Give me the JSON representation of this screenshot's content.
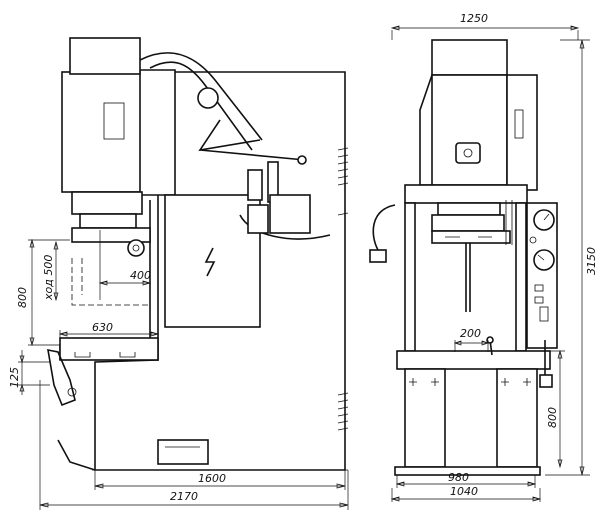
{
  "dimensions": {
    "top_width": "1250",
    "height_total": "3150",
    "stroke": "ход 500",
    "throat_height": "800",
    "reach": "400",
    "table_width": "630",
    "slot_offset": "125",
    "base_length": "1600",
    "overall_length": "2170",
    "table_depth": "200",
    "column_height": "800",
    "base_depth": "980",
    "overall_depth": "1040"
  }
}
